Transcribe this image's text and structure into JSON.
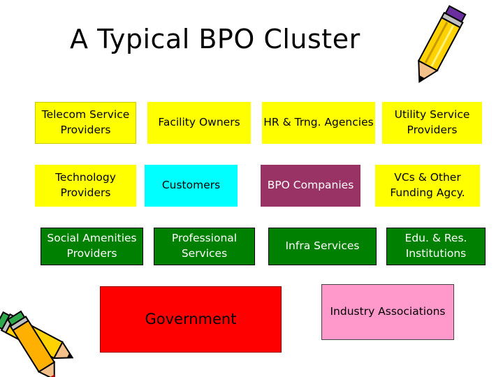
{
  "title": "A Typical BPO Cluster",
  "boxes": {
    "telecom": "Telecom Service Providers",
    "facility": "Facility Owners",
    "hr": "HR & Trng. Agencies",
    "utility": "Utility Service Providers",
    "technology": "Technology Providers",
    "customers": "Customers",
    "bpo": "BPO Companies",
    "vcs": "VCs & Other Funding Agcy.",
    "social": "Social Amenities Providers",
    "professional": "Professional Services",
    "infra": "Infra Services",
    "edu": "Edu. & Res. Institutions",
    "government": "Government",
    "industry": "Industry Associations"
  },
  "colors": {
    "yellow": "#ffff00",
    "cyan": "#00ffff",
    "green": "#008000",
    "maroon": "#993366",
    "red": "#ff0000",
    "pink": "#ff99cc"
  },
  "decorations": [
    "pencil-clipart-top-right",
    "pencils-clipart-bottom-left"
  ]
}
